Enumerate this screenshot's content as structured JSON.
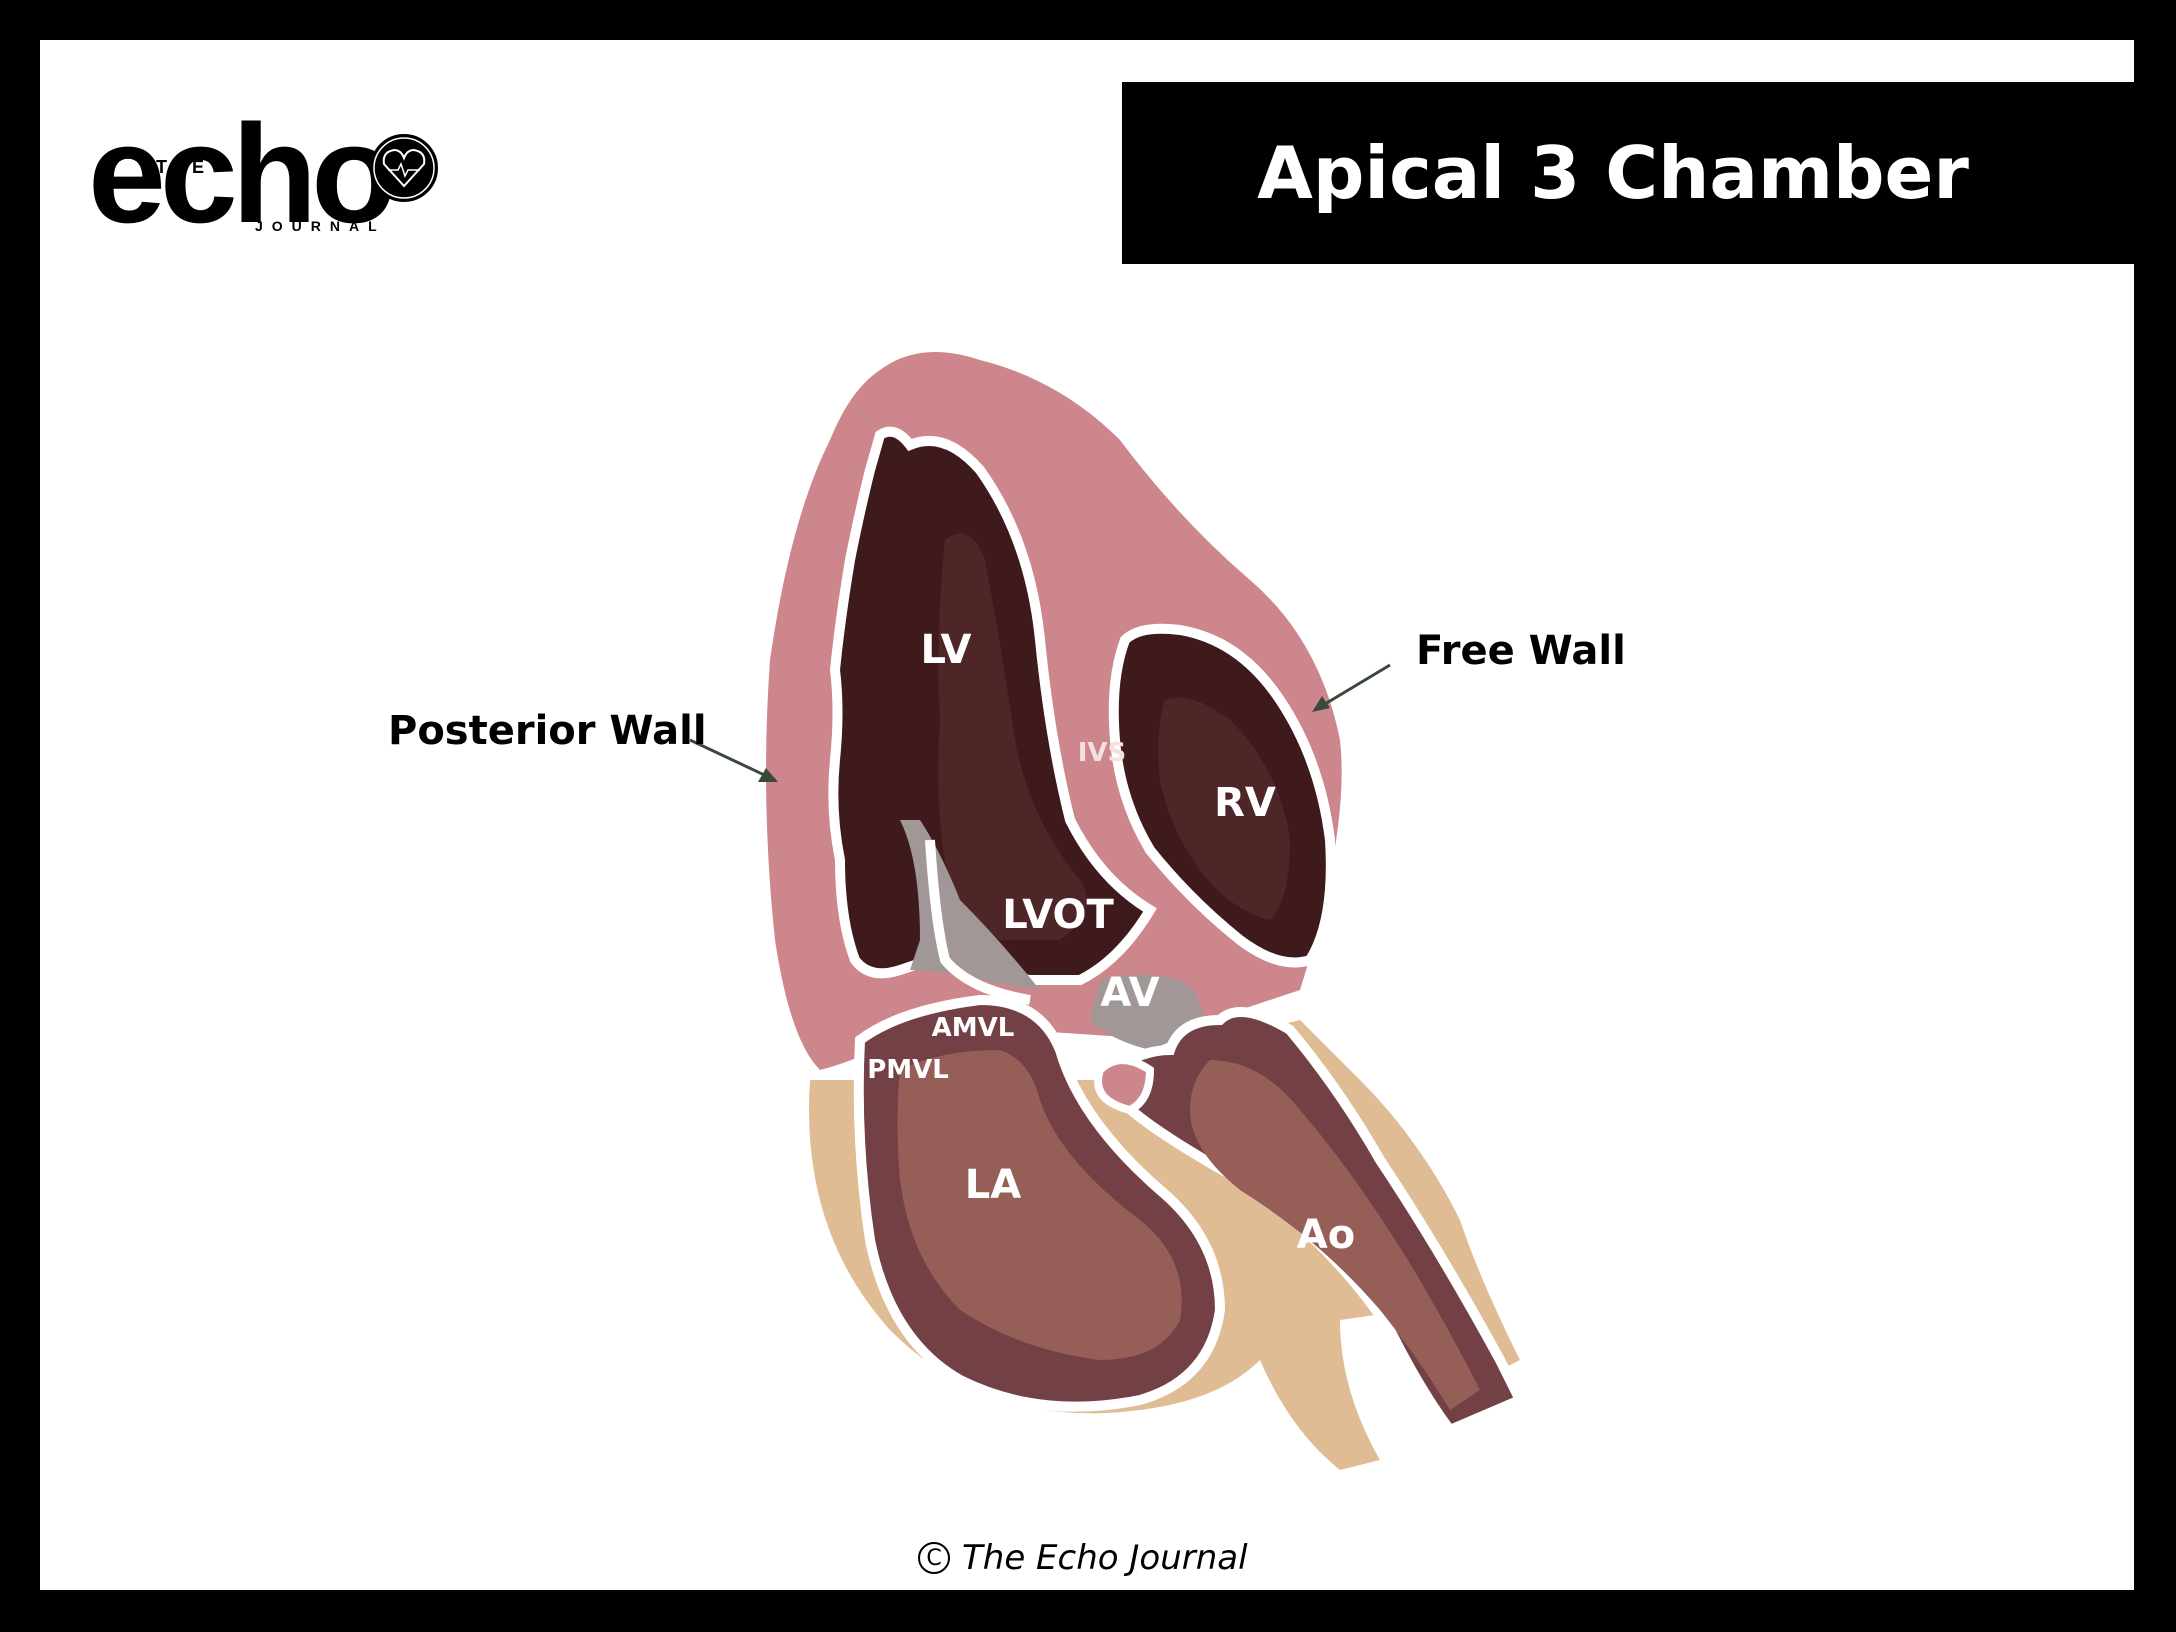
{
  "header": {
    "title": "Apical 3 Chamber"
  },
  "logo": {
    "the": "THE",
    "echo": "echo",
    "journal": "JOURNAL"
  },
  "labels": {
    "lv": "LV",
    "rv": "RV",
    "ivs": "IVS",
    "lvot": "LVOT",
    "av": "AV",
    "amvl": "AMVL",
    "pmvl": "PMVL",
    "la": "LA",
    "ao": "Ao"
  },
  "callouts": {
    "posterior_wall": "Posterior Wall",
    "free_wall": "Free Wall"
  },
  "footer": {
    "copyright_symbol": "C",
    "copyright_text": "The Echo Journal"
  },
  "colors": {
    "background": "#000000",
    "myocardium": "#cd878c",
    "chamber_dark": "#3f1a1c",
    "chamber_mid": "#4e2628",
    "atrium_outer": "#734145",
    "atrium_inner": "#955f57",
    "pericardium": "#e0bc94",
    "valve_gray": "#a19797",
    "outline": "#ffffff"
  }
}
